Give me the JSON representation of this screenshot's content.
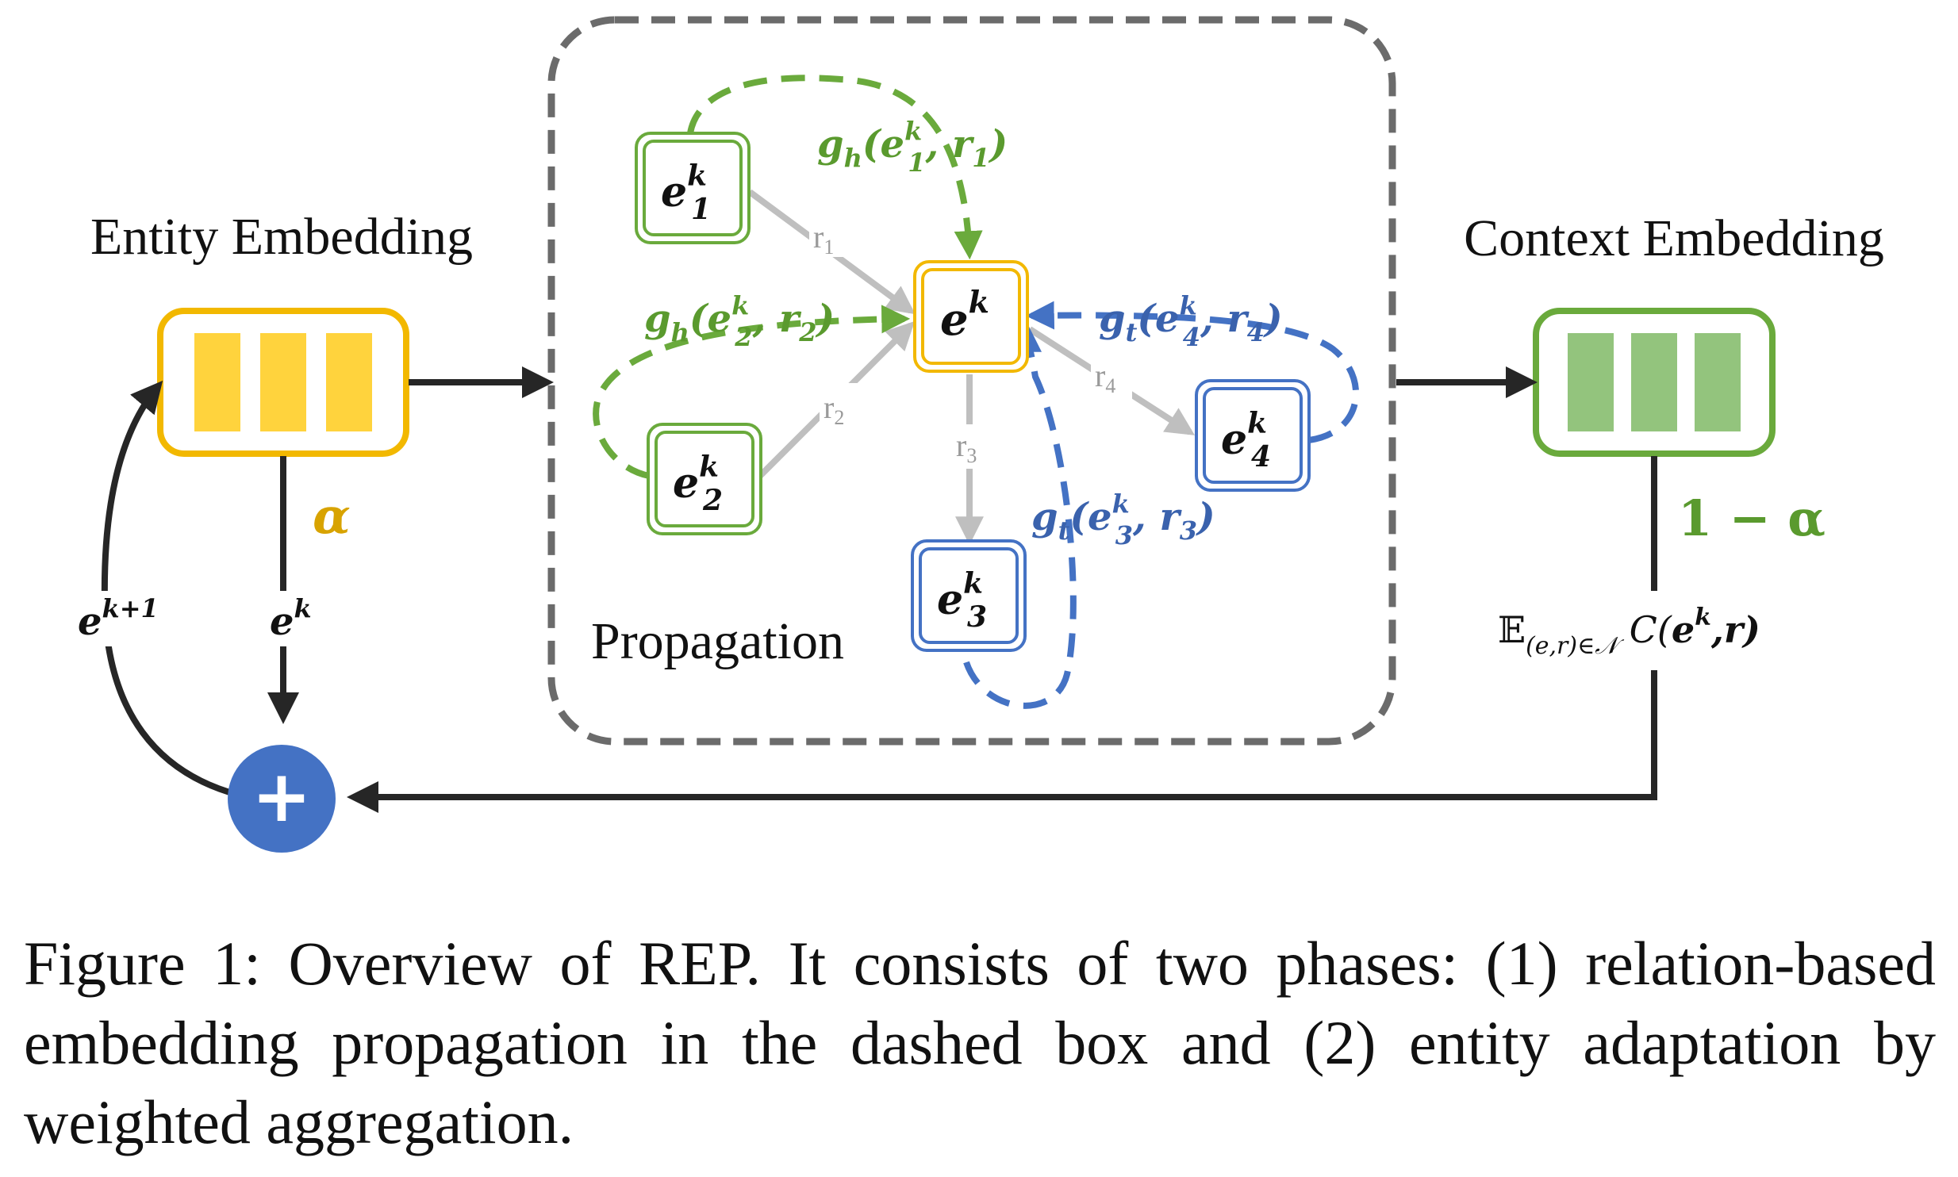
{
  "colors": {
    "green": "#6aaa3c",
    "green_fill": "#93c47d",
    "blue": "#4472c4",
    "gold": "#f2b800",
    "gold_fill": "#ffd33d",
    "gray_arrow": "#bfbfbf",
    "dark": "#262626",
    "dashed_box": "#6b6b6b",
    "green_text": "#5a9a2e",
    "gold_text": "#d8a300",
    "blue_text": "#3a62ad"
  },
  "labels": {
    "entity_embedding": "Entity Embedding",
    "context_embedding": "Context Embedding",
    "propagation": "Propagation",
    "alpha": "α",
    "one_minus_alpha": "1 − α",
    "e_k_base": "e",
    "k_sup": "k",
    "k_plus_one_sup": "k+1",
    "expectation_symbol": "𝔼",
    "expectation_sub": "(e,r)∈𝒩",
    "expectation_body_pre": " C(",
    "expectation_body_e": "e",
    "expectation_body_post": ",r)",
    "plus_symbol": "+"
  },
  "nodes": {
    "e1": {
      "sub": "1",
      "color": "green"
    },
    "e2": {
      "sub": "2",
      "color": "green"
    },
    "e3": {
      "sub": "3",
      "color": "blue"
    },
    "e4": {
      "sub": "4",
      "color": "blue"
    },
    "center": {
      "color": "gold"
    }
  },
  "relations": [
    "r1",
    "r2",
    "r3",
    "r4"
  ],
  "relation_text": {
    "base": "r",
    "subs": [
      "1",
      "2",
      "3",
      "4"
    ]
  },
  "functions": {
    "gh1": {
      "g": "g",
      "sub": "h",
      "open": "(e",
      "esub": "1",
      "r": "r",
      "rsub": "1",
      "close": ")"
    },
    "gh2": {
      "g": "g",
      "sub": "h",
      "open": "(e",
      "esub": "2",
      "r": "r",
      "rsub": "2",
      "close": ")"
    },
    "gt3": {
      "g": "g",
      "sub": "t",
      "open": "(e",
      "esub": "3",
      "r": "r",
      "rsub": "3",
      "close": ")"
    },
    "gt4": {
      "g": "g",
      "sub": "t",
      "open": "(e",
      "esub": "4",
      "r": "r",
      "rsub": "4",
      "close": ")"
    }
  },
  "caption": "Figure 1: Overview of REP. It consists of two phases: (1) relation-based embedding propagation in the dashed box and (2) entity adaptation by weighted aggregation."
}
